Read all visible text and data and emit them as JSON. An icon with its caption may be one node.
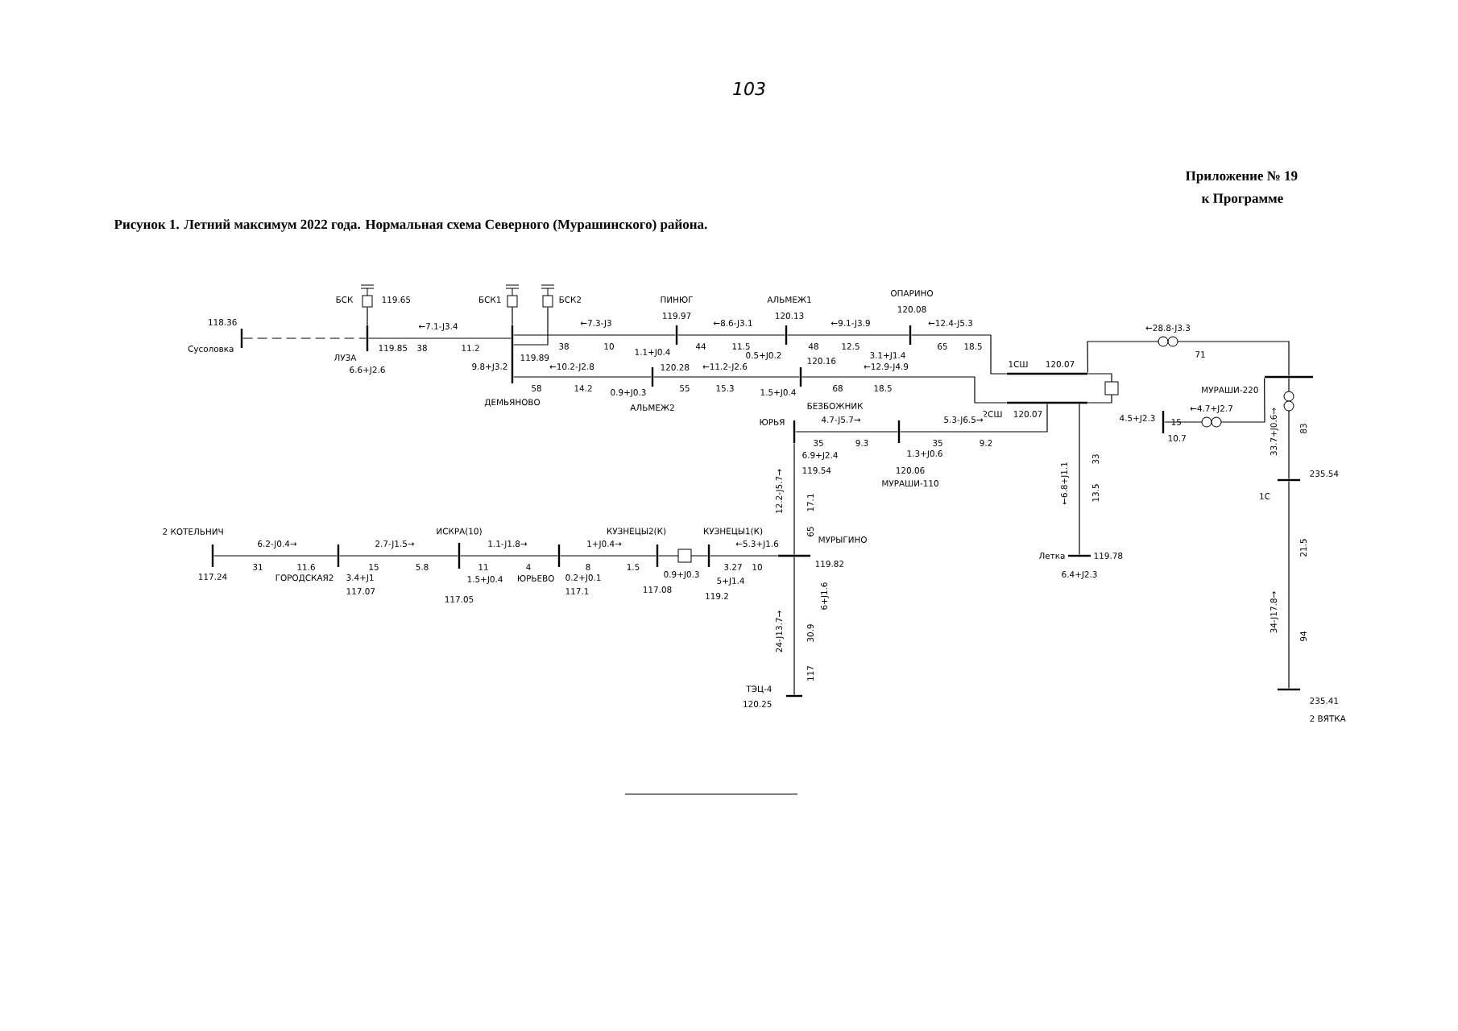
{
  "diagram": {
    "title": "Рисунок 1. Летний максимум 2022 года. Нормальная схема Северного (Мурашинского) района.",
    "nodes": [
      {
        "text": [
          "Сусоловка"
        ],
        "beside": [
          "118.36"
        ]
      },
      {
        "text": [
          "ЛУЗА"
        ],
        "beside": [
          "119.85",
          "6.6+J2.6"
        ]
      },
      {
        "text": [
          "БСК"
        ],
        "beside": [
          "119.65"
        ]
      },
      {
        "text": [
          "ДЕМЬЯНОВО"
        ],
        "beside": [
          "119.89",
          "9.8+J3.2"
        ]
      },
      {
        "text": [
          "БСК1"
        ]
      },
      {
        "text": [
          "БСК2"
        ]
      },
      {
        "text": [
          "ПИНЮГ"
        ],
        "beside": [
          "119.97",
          "1.1+J0.4"
        ]
      },
      {
        "text": [
          "АЛЬМЕЖ1"
        ],
        "beside": [
          "120.13",
          "0.5+J0.2"
        ]
      },
      {
        "text": [
          "ОПАРИНО"
        ],
        "beside": [
          "120.08",
          "3.1+J1.4"
        ]
      },
      {
        "text": [
          "АЛЬМЕЖ2"
        ],
        "beside": [
          "120.28",
          "0.9+J0.3"
        ]
      },
      {
        "text": [
          "БЕЗБОЖНИК"
        ],
        "beside": [
          "120.16",
          "1.5+J0.4"
        ]
      },
      {
        "text": [
          "1СШ"
        ],
        "beside": [
          "120.07"
        ]
      },
      {
        "text": [
          "2СШ"
        ],
        "beside": [
          "120.07"
        ]
      },
      {
        "text": [
          "МУРАШИ-220"
        ]
      },
      {
        "text": [
          "1С"
        ],
        "beside": [
          "235.54"
        ]
      },
      {
        "text": [
          "2 ВЯТКА"
        ],
        "beside": [
          "235.41"
        ]
      },
      {
        "text": [
          "ЮРЬЯ"
        ],
        "beside": [
          "6.9+J2.4",
          "119.54"
        ]
      },
      {
        "text": [
          "МУРАШИ-110"
        ],
        "beside": [
          "1.3+J0.6",
          "120.06"
        ]
      },
      {
        "text": [
          "Летка"
        ],
        "beside": [
          "119.78",
          "6.4+J2.3"
        ]
      },
      {
        "text": [
          "МУРЫГИНО"
        ],
        "beside": [
          "119.82",
          "6+J1.6"
        ]
      },
      {
        "text": [
          "ТЭЦ-4"
        ],
        "beside": [
          "120.25"
        ]
      },
      {
        "text": [
          "КУЗНЕЦЫ1(К)"
        ],
        "beside": [
          "5+J1.4",
          "119.2"
        ]
      },
      {
        "text": [
          "КУЗНЕЦЫ2(К)"
        ],
        "beside": [
          "0.9+J0.3",
          "117.08"
        ]
      },
      {
        "text": [
          "ЮРЬЕВО"
        ],
        "beside": [
          "0.2+J0.1",
          "117.1"
        ]
      },
      {
        "text": [
          "ИСКРА(10)"
        ],
        "beside": [
          "1.5+J0.4",
          "117.05"
        ]
      },
      {
        "text": [
          "ГОРОДСКАЯ2"
        ],
        "beside": [
          "3.4+J1",
          "117.07"
        ]
      },
      {
        "text": [
          "2 КОТЕЛЬНИЧ"
        ],
        "beside": [
          "117.24"
        ]
      },
      {
        "text": [],
        "shape": "bar",
        "beside": [
          "4.5+J2.3",
          "15",
          "10.7"
        ]
      }
    ],
    "edges": [
      {
        "from": 0,
        "to": 1,
        "arrow": "none",
        "style": "dashed"
      },
      {
        "from": 1,
        "to": 3,
        "arrow": "none",
        "label": "←7.1-J3.4"
      },
      {
        "from": 2,
        "to": 1,
        "arrow": "none"
      },
      {
        "from": 4,
        "to": 3,
        "arrow": "none"
      },
      {
        "from": 5,
        "to": 3,
        "arrow": "none"
      },
      {
        "from": 3,
        "to": 6,
        "arrow": "none",
        "label": "←7.3-J3"
      },
      {
        "from": 6,
        "to": 7,
        "arrow": "none",
        "label": "←8.6-J3.1"
      },
      {
        "from": 7,
        "to": 8,
        "arrow": "none",
        "label": "←9.1-J3.9"
      },
      {
        "from": 8,
        "to": 11,
        "arrow": "none",
        "label": "←12.4-J5.3"
      },
      {
        "from": 3,
        "to": 9,
        "arrow": "none",
        "label": "←10.2-J2.8"
      },
      {
        "from": 9,
        "to": 10,
        "arrow": "none",
        "label": "←11.2-J2.6"
      },
      {
        "from": 10,
        "to": 12,
        "arrow": "none",
        "label": "←12.9-J4.9"
      },
      {
        "from": 11,
        "to": 12,
        "arrow": "none"
      },
      {
        "from": 11,
        "to": 13,
        "arrow": "none",
        "label": "←28.8-J3.3"
      },
      {
        "from": 13,
        "to": 27,
        "arrow": "none",
        "label": "←4.7+J2.7"
      },
      {
        "from": 13,
        "to": 14,
        "arrow": "none",
        "label": "33.7+J0.6→"
      },
      {
        "from": 14,
        "to": 15,
        "arrow": "none",
        "label": "34-J17.8→"
      },
      {
        "from": 16,
        "to": 17,
        "arrow": "none",
        "label": "4.7-J5.7→"
      },
      {
        "from": 17,
        "to": 12,
        "arrow": "none",
        "label": "5.3-J6.5→"
      },
      {
        "from": 12,
        "to": 18,
        "arrow": "none",
        "label": "←6.8+J1.1"
      },
      {
        "from": 16,
        "to": 19,
        "arrow": "none",
        "label": "12.2-J5.7→"
      },
      {
        "from": 19,
        "to": 20,
        "arrow": "none",
        "label": "24-J13.7→"
      },
      {
        "from": 21,
        "to": 19,
        "arrow": "none",
        "label": "←5.3+J1.6"
      },
      {
        "from": 22,
        "to": 21,
        "arrow": "none"
      },
      {
        "from": 23,
        "to": 22,
        "arrow": "none",
        "label": "1+J0.4→"
      },
      {
        "from": 24,
        "to": 23,
        "arrow": "none",
        "label": "1.1-J1.8→"
      },
      {
        "from": 25,
        "to": 24,
        "arrow": "none",
        "label": "2.7-J1.5→"
      },
      {
        "from": 26,
        "to": 25,
        "arrow": "none",
        "label": "6.2-J0.4→"
      }
    ],
    "labels": [
      "103",
      "Приложение № 19",
      "к Программе",
      "38",
      "11.2",
      "38",
      "10",
      "44",
      "11.5",
      "48",
      "12.5",
      "65",
      "18.5",
      "58",
      "14.2",
      "55",
      "15.3",
      "68",
      "18.5",
      "71",
      "83",
      "21.5",
      "94",
      "35",
      "9.3",
      "35",
      "9.2",
      "33",
      "13.5",
      "17.1",
      "65",
      "30.9",
      "117",
      "31",
      "11.6",
      "15",
      "5.8",
      "11",
      "4",
      "8",
      "1.5",
      "3.27",
      "10"
    ]
  }
}
